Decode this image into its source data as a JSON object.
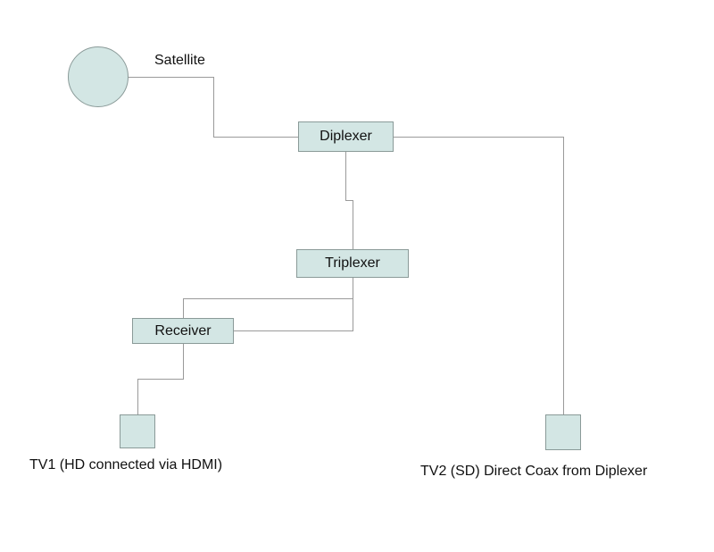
{
  "diagram": {
    "satellite_label": "Satellite",
    "diplexer_label": "Diplexer",
    "triplexer_label": "Triplexer",
    "receiver_label": "Receiver",
    "tv1_label": "TV1 (HD connected via HDMI)",
    "tv2_label": "TV2 (SD) Direct Coax from Diplexer",
    "colors": {
      "fill": "#d3e6e4",
      "line": "#9a9a9a"
    }
  }
}
